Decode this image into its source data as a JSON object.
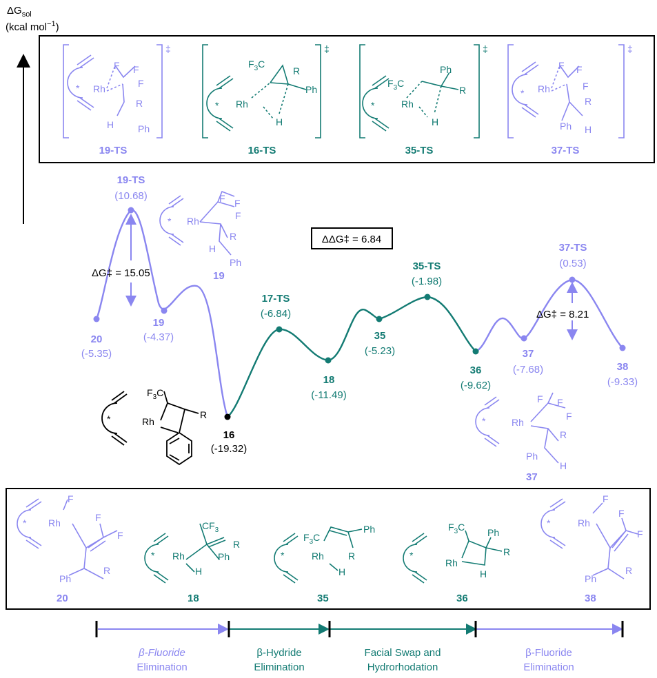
{
  "axis": {
    "label": "ΔG",
    "sub": "sol",
    "unit": "(kcal mol",
    "unit_exp": "−1",
    "unit_close": ")"
  },
  "colors": {
    "lavender": "#8a86f0",
    "teal": "#137b73",
    "black": "#000000"
  },
  "ts_box": {
    "items": [
      {
        "label": "19-TS",
        "color": "lavender"
      },
      {
        "label": "16-TS",
        "color": "teal"
      },
      {
        "label": "35-TS",
        "color": "teal"
      },
      {
        "label": "37-TS",
        "color": "lavender"
      }
    ]
  },
  "ddg_label": "ΔΔG‡ = 6.84",
  "barriers": {
    "left": "ΔG‡ = 15.05",
    "right": "ΔG‡ = 8.21"
  },
  "points": [
    {
      "name": "20",
      "value": "(-5.35)",
      "color": "lavender"
    },
    {
      "name": "19-TS",
      "value": "(10.68)",
      "color": "lavender"
    },
    {
      "name": "19",
      "value": "(-4.37)",
      "color": "lavender"
    },
    {
      "name": "16",
      "value": "(-19.32)",
      "color": "black"
    },
    {
      "name": "17-TS",
      "value": "(-6.84)",
      "color": "teal"
    },
    {
      "name": "18",
      "value": "(-11.49)",
      "color": "teal"
    },
    {
      "name": "35",
      "value": "(-5.23)",
      "color": "teal"
    },
    {
      "name": "35-TS",
      "value": "(-1.98)",
      "color": "teal"
    },
    {
      "name": "36",
      "value": "(-9.62)",
      "color": "teal"
    },
    {
      "name": "37",
      "value": "(-7.68)",
      "color": "lavender"
    },
    {
      "name": "37-TS",
      "value": "(0.53)",
      "color": "lavender"
    },
    {
      "name": "38",
      "value": "(-9.33)",
      "color": "lavender"
    }
  ],
  "side_structures": {
    "s19": "19",
    "s37": "37"
  },
  "int_box": {
    "items": [
      {
        "label": "20",
        "color": "lavender"
      },
      {
        "label": "18",
        "color": "teal"
      },
      {
        "label": "35",
        "color": "teal"
      },
      {
        "label": "36",
        "color": "teal"
      },
      {
        "label": "38",
        "color": "lavender"
      }
    ]
  },
  "segments": [
    {
      "l1": "β-Fluoride",
      "l2": "Elimination",
      "color": "lavender"
    },
    {
      "l1": "β-Hydride",
      "l2": "Elimination",
      "color": "teal"
    },
    {
      "l1": "Facial Swap and",
      "l2": "Hydrorhodation",
      "color": "teal"
    },
    {
      "l1": "β-Fluoride",
      "l2": "Elimination",
      "color": "lavender"
    }
  ],
  "mol_text": {
    "rh": "Rh",
    "f": "F",
    "r": "R",
    "h": "H",
    "ph": "Ph",
    "f3c": "F3C",
    "cf3": "CF3",
    "star": "*",
    "dagger": "‡"
  }
}
